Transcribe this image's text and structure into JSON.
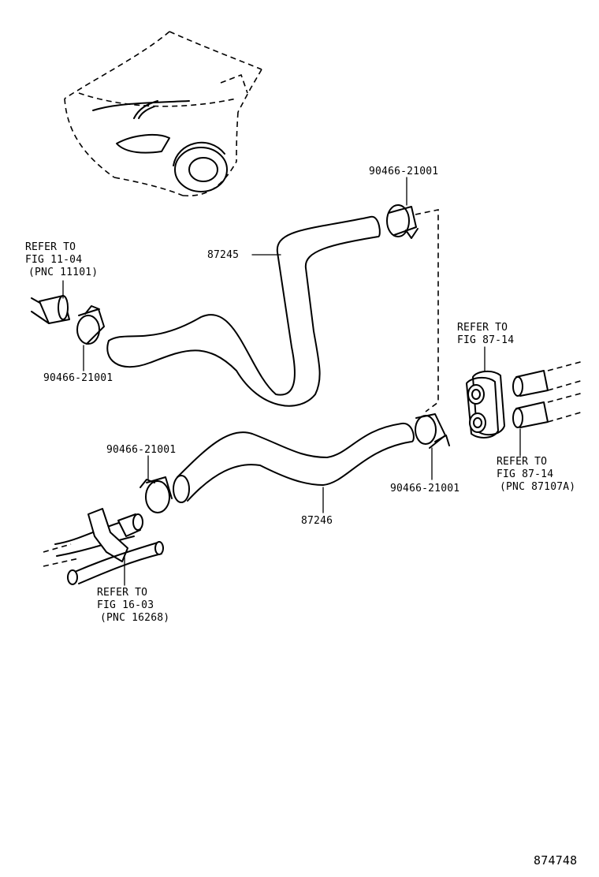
{
  "diagram": {
    "figure_number": "874748",
    "parts": {
      "hose_upper": "87245",
      "hose_lower": "87246",
      "clamp_upper_right": "90466-21001",
      "clamp_upper_left": "90466-21001",
      "clamp_lower_left": "90466-21001",
      "clamp_lower_right": "90466-21001"
    },
    "references": {
      "engine": {
        "line1": "REFER TO",
        "line2": "FIG 11-04",
        "line3": "(PNC 11101)"
      },
      "heater_grommet": {
        "line1": "REFER TO",
        "line2": "FIG 87-14"
      },
      "heater_pipes": {
        "line1": "REFER TO",
        "line2": "FIG 87-14",
        "line3": "(PNC 87107A)"
      },
      "water_pipe": {
        "line1": "REFER TO",
        "line2": "FIG 16-03",
        "line3": "(PNC 16268)"
      }
    }
  }
}
